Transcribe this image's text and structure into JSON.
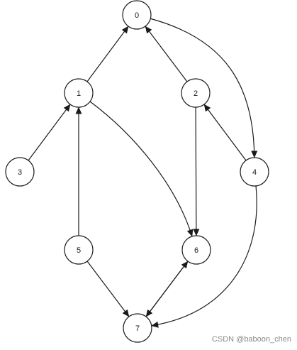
{
  "graph": {
    "nodes": [
      {
        "id": "n0",
        "label": "0"
      },
      {
        "id": "n1",
        "label": "1"
      },
      {
        "id": "n2",
        "label": "2"
      },
      {
        "id": "n3",
        "label": "3"
      },
      {
        "id": "n4",
        "label": "4"
      },
      {
        "id": "n5",
        "label": "5"
      },
      {
        "id": "n6",
        "label": "6"
      },
      {
        "id": "n7",
        "label": "7"
      }
    ],
    "edges": [
      {
        "from": "1",
        "to": "0"
      },
      {
        "from": "2",
        "to": "0"
      },
      {
        "from": "0",
        "to": "4"
      },
      {
        "from": "3",
        "to": "1"
      },
      {
        "from": "5",
        "to": "1"
      },
      {
        "from": "1",
        "to": "6"
      },
      {
        "from": "2",
        "to": "6"
      },
      {
        "from": "4",
        "to": "2"
      },
      {
        "from": "4",
        "to": "7"
      },
      {
        "from": "5",
        "to": "7"
      },
      {
        "from": "7",
        "to": "6"
      },
      {
        "from": "6",
        "to": "7"
      }
    ]
  },
  "watermark": "CSDN @baboon_chen"
}
